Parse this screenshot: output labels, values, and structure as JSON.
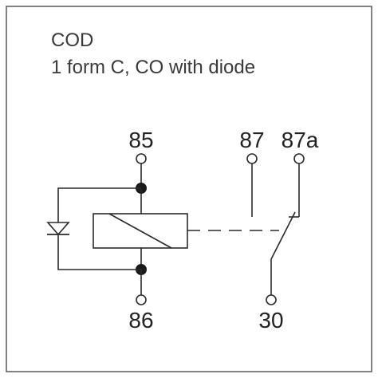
{
  "diagram": {
    "title_lines": [
      "COD",
      "1 form C, CO with diode"
    ],
    "pin_labels": {
      "p85": "85",
      "p86": "86",
      "p87": "87",
      "p87a": "87a",
      "p30": "30"
    },
    "colors": {
      "border": "#5a5a5a",
      "line": "#2a2a2a",
      "text": "#3a3a3a"
    }
  }
}
